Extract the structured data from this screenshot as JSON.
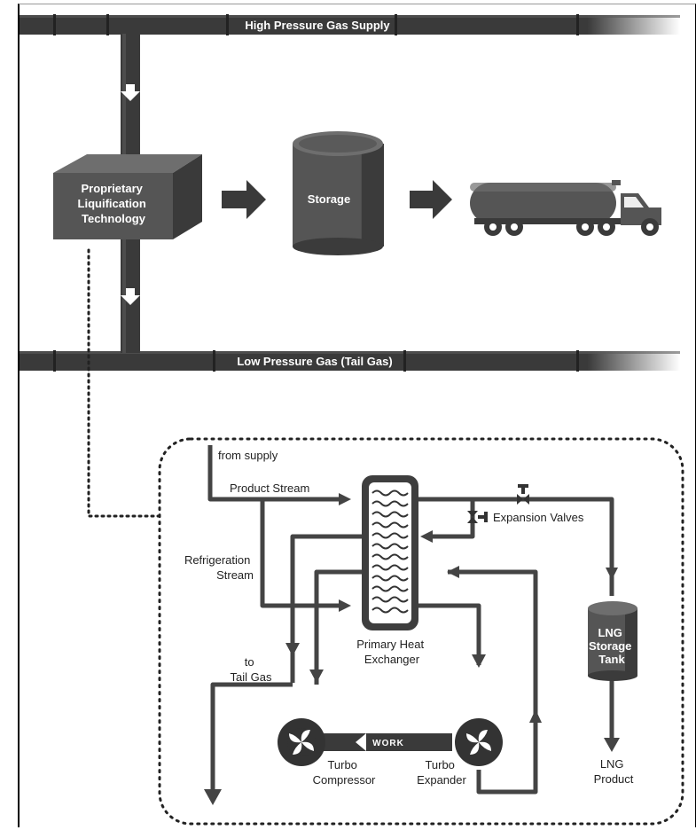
{
  "top": {
    "high_pressure_label": "High Pressure Gas Supply",
    "low_pressure_label": "Low Pressure Gas (Tail Gas)",
    "liquefaction_box": [
      "Proprietary",
      "Liquification",
      "Technology"
    ],
    "storage_label": "Storage"
  },
  "detail": {
    "from_supply": "from supply",
    "product_stream": "Product Stream",
    "expansion_valves": "Expansion Valves",
    "refrigeration_stream": [
      "Refrigeration",
      "Stream"
    ],
    "primary_heat_exchanger": [
      "Primary Heat",
      "Exchanger"
    ],
    "lng_storage_tank": [
      "LNG",
      "Storage",
      "Tank"
    ],
    "to_tail_gas": [
      "to",
      "Tail Gas"
    ],
    "work": "WORK",
    "turbo_compressor": [
      "Turbo",
      "Compressor"
    ],
    "turbo_expander": [
      "Turbo",
      "Expander"
    ],
    "lng_product": [
      "LNG",
      "Product"
    ]
  },
  "colors": {
    "pipe": "#3a3a3a",
    "pipe_dark": "#2b2b2b",
    "box_fill": "#555555",
    "box_side": "#3a3a3a",
    "box_top": "#6e6e6e",
    "flow_line": "#444444"
  }
}
